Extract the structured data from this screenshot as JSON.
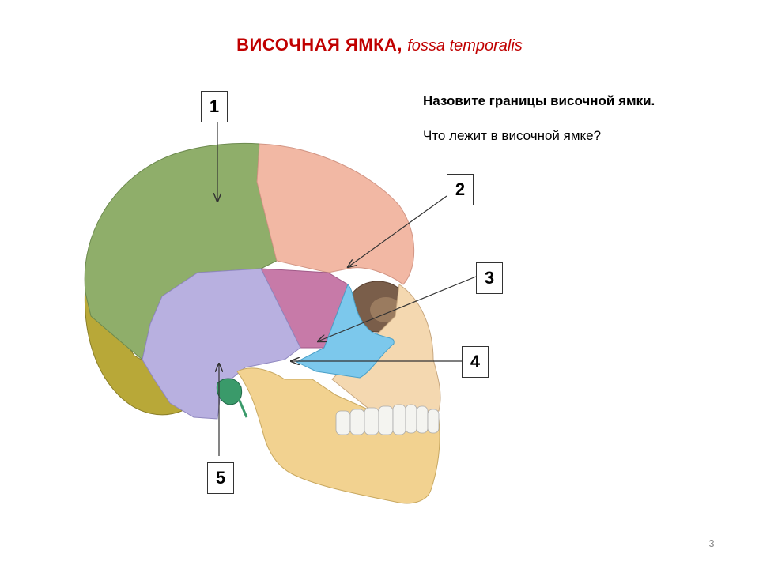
{
  "title": {
    "ru": "ВИСОЧНАЯ  ЯМКА,",
    "lat": "fossa temporalis"
  },
  "questions": {
    "q1": "Назовите границы височной ямки.",
    "q2": "Что лежит в височной ямке?"
  },
  "labels": [
    "1",
    "2",
    "3",
    "4",
    "5"
  ],
  "page_number": "3",
  "colors": {
    "title": "#c00000",
    "parietal": "#8fae6a",
    "frontal": "#f2b8a4",
    "temporal": "#b8b0e0",
    "sphenoid": "#c77aa8",
    "zygomatic": "#7cc8ec",
    "mandible": "#f2d290",
    "occipital": "#b8a838",
    "styloid": "#3a9a6a"
  }
}
